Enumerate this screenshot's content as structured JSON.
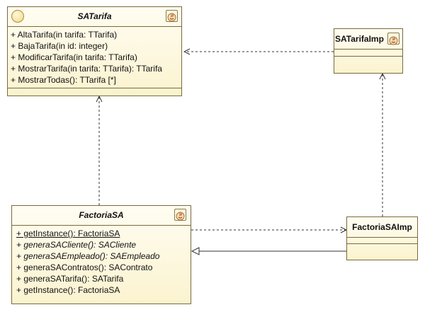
{
  "classes": {
    "satarifa": {
      "name": "SATarifa",
      "operations": [
        "+ AltaTarifa(in tarifa: TTarifa)",
        "+ BajaTarifa(in id: integer)",
        "+ ModificarTarifa(in tarifa: TTarifa)",
        "+ MostrarTarifa(in tarifa: TTarifa): TTarifa",
        "+ MostrarTodas(): TTarifa [*]"
      ]
    },
    "satarifaimp": {
      "name": "SATarifaImp"
    },
    "factoriasa": {
      "name": "FactoriaSA",
      "operations": [
        "+ getInstance(): FactoriaSA",
        "+ generaSACliente(): SACliente",
        "+ generaSAEmpleado(): SAEmpleado",
        "+ generaSAContratos(): SAContrato",
        "+ generaSATarifa(): SATarifa",
        "+ getInstance(): FactoriaSA"
      ]
    },
    "factoriasaimp": {
      "name": "FactoriaSAImp"
    }
  },
  "colors": {
    "border": "#7a6a3a",
    "fill_top": "#fffdf2",
    "fill_bottom": "#fbf3cf",
    "line": "#333333"
  },
  "icons": {
    "interface": "interface-circle-icon",
    "java": "java-class-icon"
  }
}
